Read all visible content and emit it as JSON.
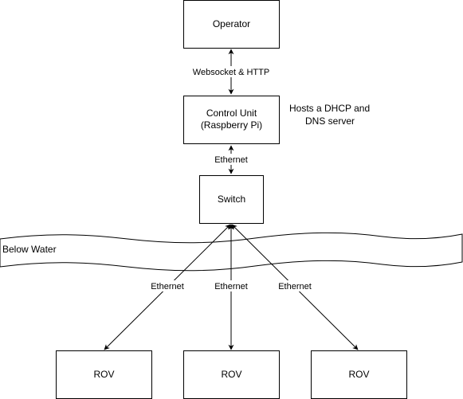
{
  "nodes": {
    "operator": "Operator",
    "control_unit_line1": "Control Unit",
    "control_unit_line2": "(Raspberry Pi)",
    "switch": "Switch",
    "rov_left": "ROV",
    "rov_center": "ROV",
    "rov_right": "ROV"
  },
  "annotations": {
    "dhcp_line1": "Hosts a DHCP and",
    "dhcp_line2": "DNS server",
    "below_water": "Below Water"
  },
  "edges": {
    "operator_control": "Websocket & HTTP",
    "control_switch": "Ethernet",
    "switch_rov_left": "Ethernet",
    "switch_rov_center": "Ethernet",
    "switch_rov_right": "Ethernet"
  }
}
